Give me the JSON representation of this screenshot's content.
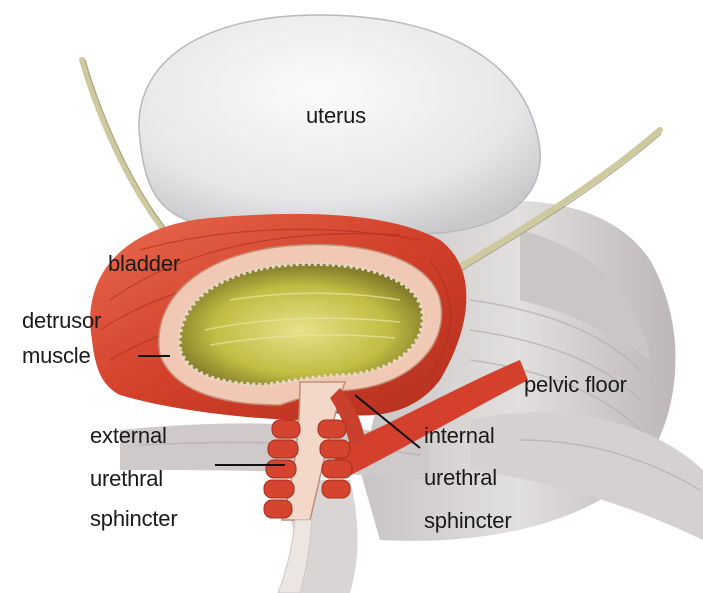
{
  "labels": {
    "uterus": "uterus",
    "bladder": "bladder",
    "detrusor_line1": "detrusor",
    "detrusor_line2": "muscle",
    "pelvic_floor": "pelvic floor",
    "external_line1": "external",
    "external_line2": "urethral",
    "external_line3": "sphincter",
    "internal_line1": "internal",
    "internal_line2": "urethral",
    "internal_line3": "sphincter"
  },
  "colors": {
    "muscle_red": "#d8432e",
    "lining_pink": "#f0c8b4",
    "lumen_olive": "#c9c650",
    "uterus_white": "#eeeeef",
    "background_tissue": "#d9d6d6",
    "ureter_cord": "#cfc9a0"
  }
}
